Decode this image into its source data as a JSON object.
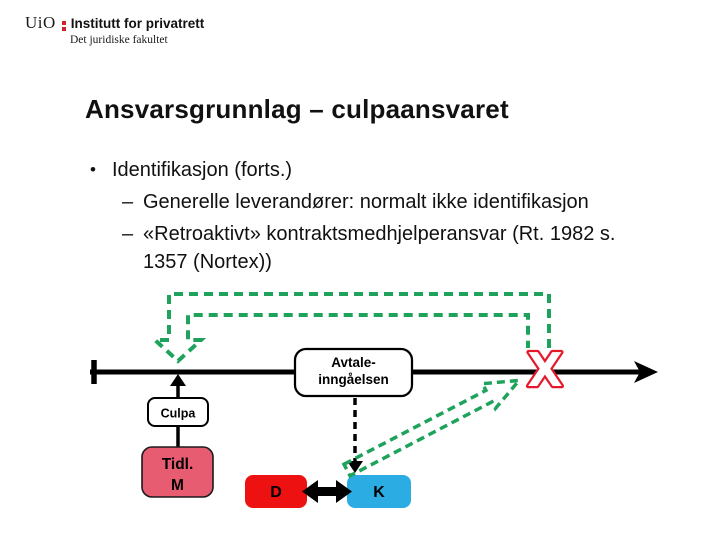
{
  "logo": {
    "uio": "UiO",
    "institute": "Institutt for privatrett",
    "faculty": "Det juridiske fakultet"
  },
  "slide": {
    "title": "Ansvarsgrunnlag – culpaansvaret",
    "bullets": [
      {
        "marker": "•",
        "indent": 1,
        "lines": [
          "Identifikasjon (forts.)"
        ]
      },
      {
        "marker": "–",
        "indent": 2,
        "lines": [
          "Generelle leverandører: normalt ikke identifikasjon"
        ]
      },
      {
        "marker": "–",
        "indent": 2,
        "lines": [
          "«Retroaktivt» kontraktsmedhjelperansvar (Rt. 1982 s.",
          "1357 (Nortex))"
        ]
      }
    ]
  },
  "diagram": {
    "avtale_box": {
      "line1": "Avtale-",
      "line2": "inngåelsen"
    },
    "culpa_label": "Culpa",
    "tidl_box": {
      "line1": "Tidl.",
      "line2": "M"
    },
    "d_label": "D",
    "k_label": "K",
    "x_mark": "X",
    "colors": {
      "green_dash": "#1FA35C",
      "red_x": "#E6192B",
      "tidl_pink": "#E85C72",
      "d_red": "#ED1111",
      "k_blue": "#2BACE2",
      "logo_red": "#D02129",
      "timeline_black": "#000000"
    }
  }
}
